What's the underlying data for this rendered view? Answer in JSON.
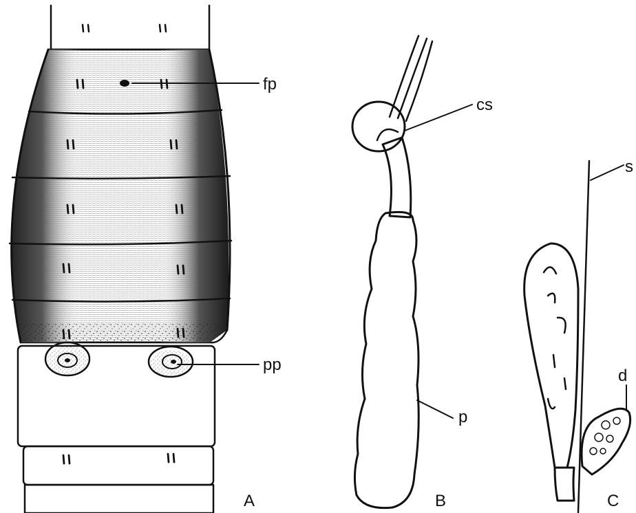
{
  "labels": {
    "fp": "fp",
    "pp": "pp",
    "cs": "cs",
    "p": "p",
    "s": "s",
    "d": "d",
    "panel_a": "A",
    "panel_b": "B",
    "panel_c": "C"
  }
}
